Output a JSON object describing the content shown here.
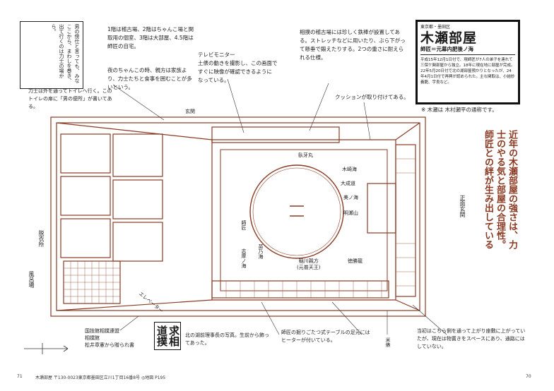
{
  "header": {
    "region": "東京都・墨田区",
    "stable_name": "木瀬部屋",
    "master": "師匠＝元幕内肥後ノ海",
    "description": "平成15年12月1日付で、現師匠が7人の弟子を連れて三保ケ関部屋から独立。18年に現在地に部屋が完成。22年5月20日付で北の湖部屋預かりとなったが、24年4月1日付で再興が認められた。主な関取は、小結妙義龍、宇良など。"
  },
  "notes": {
    "left_vertical": "男の傍仕と言っても、みなここから、まわしを巻き、出て行くのは力士の場から。",
    "floors": "1階は稽古場、2階はちゃんこ場と関取用の個室、3階は大部屋、4.5階は師匠の自宅。",
    "chanko": "夜のちゃんこの時、親方は家族より、力士たちと食事を囲むことが多いという。",
    "tv_monitor": "テレビモニター\n土俵の動きを撮影し、この画面ですぐに映像が確認できるように\nなっている。",
    "teppo": "相撲の稽古場には珍しく鉄棒が設置してある。ストレッチなどに用いたり、ぶら下がって懸垂で鍛えたりする。2つの重さに耐えられる仕様。",
    "cushion": "クッションが取り付けてある。",
    "wood_note": "※ 木瀬は 木村瀬平の通称です。",
    "toilet": "力士は外を通ってトイレへ行く。このトイレの扉に「男の便所」が書いてある。",
    "photo_note": "北の湖前理事長の写真。生前から飾ってあった。",
    "table_note": "師匠の掘りごたつ式テーブルの足元にはヒーターが付いている。",
    "entrance_note": "当初はこちら側を通って上がり座敷に上がっていたが、現在は物置きをスペースにあり、通路にはしていない。",
    "shrine_note": "国技館相撲連盟\n相撲館\n松井章憲から贈られ書"
  },
  "plan_labels": {
    "entrance": "玄関",
    "changing_room": "脱衣所",
    "bath": "風呂場",
    "elevator": "エレベーター",
    "master": "師匠",
    "shinoumi": "志摩ノ海",
    "tsurugisho": "英乃海",
    "front_entrance": "正面玄関",
    "kimurayama": "臥牙丸",
    "kisenoyama": "木崎海",
    "daiseido": "大成道",
    "mieno": "美ノ海",
    "myogiryu": "明瀬山",
    "inagawa": "稲川親方\n(元普天王)",
    "tokushoryu": "徳勝龍",
    "rice": "米俵",
    "kamidana_word": "求相\n道撲"
  },
  "catch_copy": "近年の木瀬部屋の強さは、力士のやる気と部屋の合理性。師匠との絆が生み出している",
  "footer": {
    "left_page": "71",
    "address": "木瀬部屋 〒130-0023東京都墨田区立川1丁目16番8号 ◎地図 P195",
    "right_page": "70"
  },
  "colors": {
    "accent": "#8a3a22",
    "ink": "#1a1a1a"
  }
}
